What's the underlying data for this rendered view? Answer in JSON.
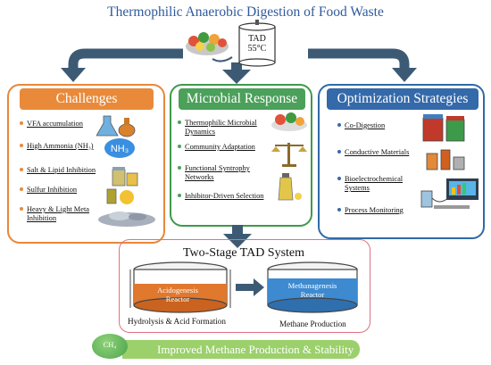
{
  "title": "Thermophilic Anaerobic Digestion of Food Waste",
  "tank": {
    "line1": "TAD",
    "line2": "55°C"
  },
  "challenges": {
    "header": "Challenges",
    "items": [
      "VFA accumulation",
      "High Ammonia (NH₃)",
      "Salt & Lipid Inhibition",
      "Sulfur Inhibition",
      "Heavy & Light Meta Inhibition"
    ],
    "nh3": "NH₃"
  },
  "microbial": {
    "header": "Microbial Response",
    "items": [
      "Thermophilic Microbial Dynamics",
      "Community Adaptation",
      "Functional Syntrophy Networks",
      "Inhibitor-Driven Selection"
    ]
  },
  "optimization": {
    "header": "Optimization Strategies",
    "items": [
      "Co-Digestion",
      "Conductive Materials",
      "Bioelectrochemical Systems",
      "Process Monitoring"
    ]
  },
  "two_stage": {
    "title": "Two-Stage TAD System",
    "reactor1": "Acidogenesis Reactor",
    "reactor2": "Methanagenesis Reactor",
    "caption1": "Hydrolysis & Acid Formation",
    "caption2": "Methane Production"
  },
  "bottom": {
    "badge": "CH₄",
    "text": "Improved Methane Production & Stability"
  },
  "colors": {
    "orange": "#e98a3b",
    "green": "#4ba05a",
    "blue": "#3469aa",
    "arrow": "#3d5a74"
  }
}
